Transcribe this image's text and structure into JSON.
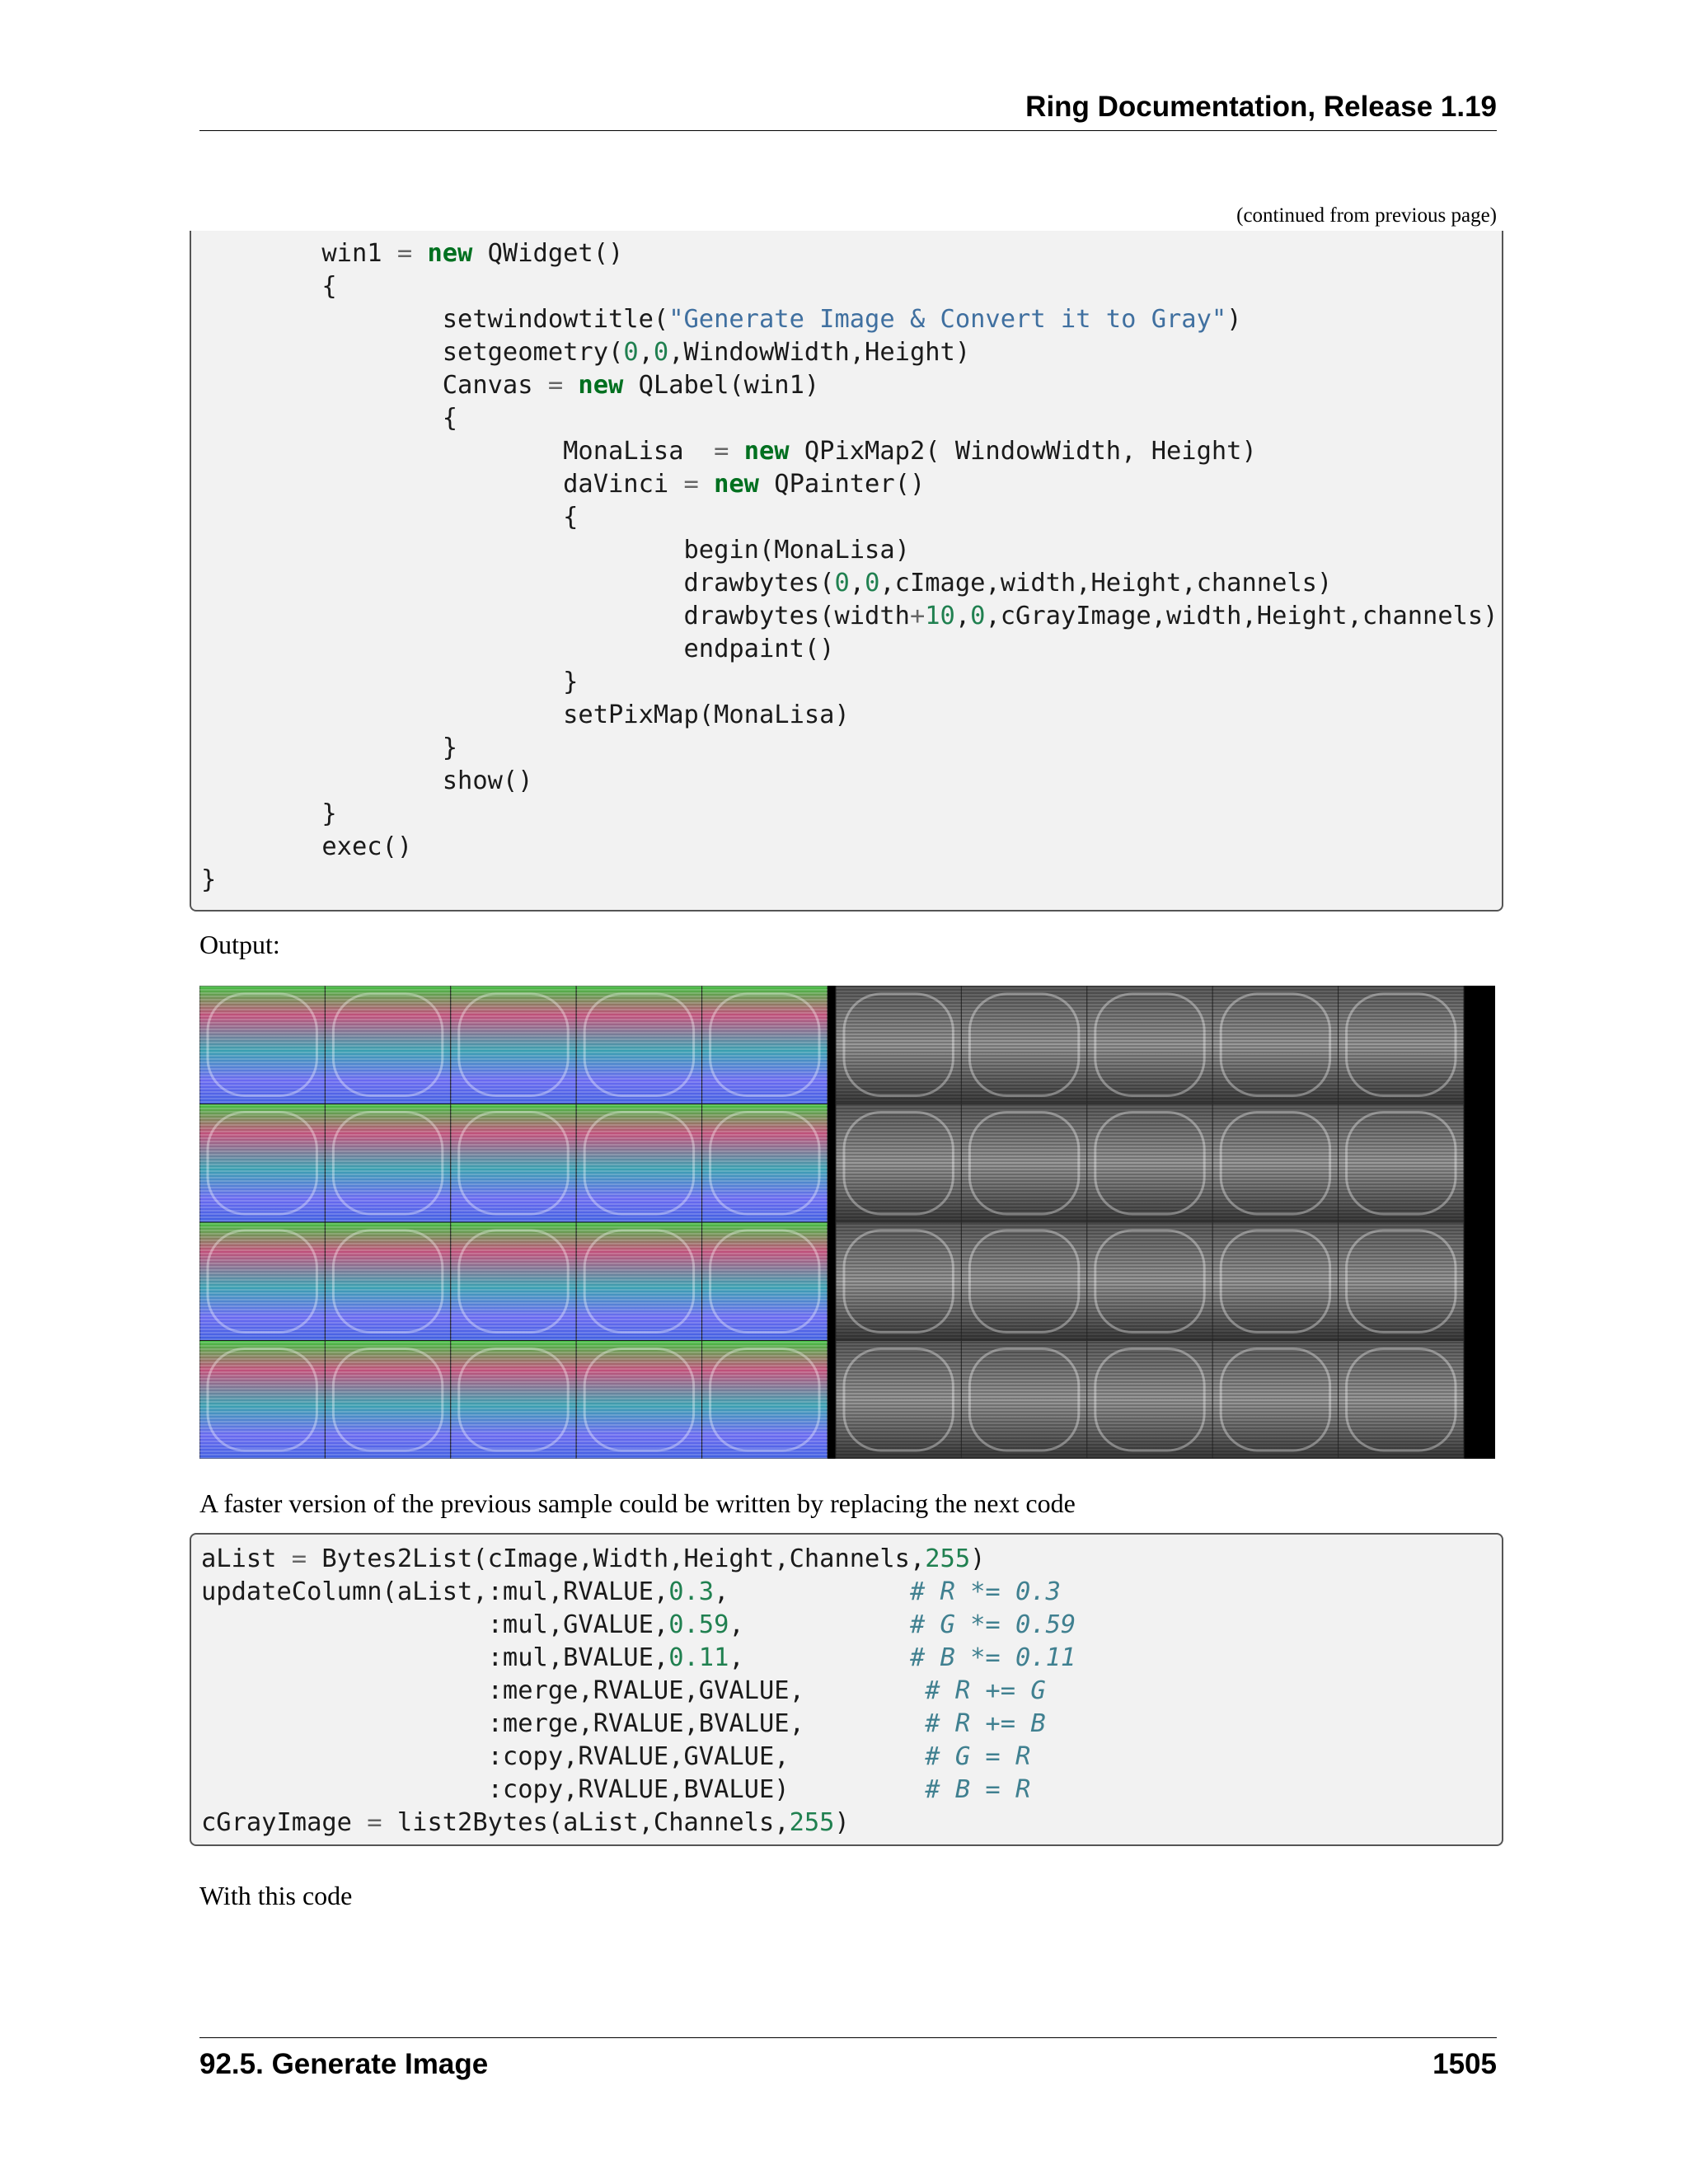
{
  "header": {
    "title": "Ring Documentation, Release 1.19"
  },
  "continued_note": "(continued from previous page)",
  "code_block_1": {
    "lines": [
      [
        {
          "t": "        win1 "
        },
        {
          "t": "=",
          "c": "op"
        },
        {
          "t": " "
        },
        {
          "t": "new",
          "c": "kw"
        },
        {
          "t": " QWidget()"
        }
      ],
      [
        {
          "t": "        {"
        }
      ],
      [
        {
          "t": "                setwindowtitle("
        },
        {
          "t": "\"Generate Image & Convert it to Gray\"",
          "c": "str"
        },
        {
          "t": ")"
        }
      ],
      [
        {
          "t": "                setgeometry("
        },
        {
          "t": "0",
          "c": "num"
        },
        {
          "t": ","
        },
        {
          "t": "0",
          "c": "num"
        },
        {
          "t": ",WindowWidth,Height)"
        }
      ],
      [
        {
          "t": "                Canvas "
        },
        {
          "t": "=",
          "c": "op"
        },
        {
          "t": " "
        },
        {
          "t": "new",
          "c": "kw"
        },
        {
          "t": " QLabel(win1)"
        }
      ],
      [
        {
          "t": "                {"
        }
      ],
      [
        {
          "t": "                        MonaLisa  "
        },
        {
          "t": "=",
          "c": "op"
        },
        {
          "t": " "
        },
        {
          "t": "new",
          "c": "kw"
        },
        {
          "t": " QPixMap2( WindowWidth, Height)"
        }
      ],
      [
        {
          "t": "                        daVinci "
        },
        {
          "t": "=",
          "c": "op"
        },
        {
          "t": " "
        },
        {
          "t": "new",
          "c": "kw"
        },
        {
          "t": " QPainter()"
        }
      ],
      [
        {
          "t": "                        {"
        }
      ],
      [
        {
          "t": "                                begin(MonaLisa)"
        }
      ],
      [
        {
          "t": "                                drawbytes("
        },
        {
          "t": "0",
          "c": "num"
        },
        {
          "t": ","
        },
        {
          "t": "0",
          "c": "num"
        },
        {
          "t": ",cImage,width,Height,channels)"
        }
      ],
      [
        {
          "t": "                                drawbytes(width"
        },
        {
          "t": "+",
          "c": "op"
        },
        {
          "t": "10",
          "c": "num"
        },
        {
          "t": ","
        },
        {
          "t": "0",
          "c": "num"
        },
        {
          "t": ",cGrayImage,width,Height,channels)"
        }
      ],
      [
        {
          "t": "                                endpaint()"
        }
      ],
      [
        {
          "t": "                        }"
        }
      ],
      [
        {
          "t": "                        setPixMap(MonaLisa)"
        }
      ],
      [
        {
          "t": "                }"
        }
      ],
      [
        {
          "t": "                show()"
        }
      ],
      [
        {
          "t": "        }"
        }
      ],
      [
        {
          "t": "        exec()"
        }
      ],
      [
        {
          "t": "}"
        }
      ]
    ]
  },
  "output_label": "Output:",
  "output_image": {
    "left_panel_colors": [
      "#2a1a8c",
      "#34c24a",
      "#d84a8a",
      "#5a7cf0",
      "#1f9f3f"
    ],
    "right_panel_colors": [
      "#202020",
      "#8a8a8a",
      "#c8c8c8"
    ]
  },
  "paragraph_faster": "A faster version of the previous sample could be written by replacing the next code",
  "code_block_2": {
    "lines": [
      [
        {
          "t": "aList "
        },
        {
          "t": "=",
          "c": "op"
        },
        {
          "t": " Bytes2List(cImage,Width,Height,Channels,"
        },
        {
          "t": "255",
          "c": "num"
        },
        {
          "t": ")"
        }
      ],
      [
        {
          "t": "updateColumn(aList,:mul,RVALUE,"
        },
        {
          "t": "0.3",
          "c": "num"
        },
        {
          "t": ",            "
        },
        {
          "t": "# R *= 0.3",
          "c": "cmt"
        }
      ],
      [
        {
          "t": "                   :mul,GVALUE,"
        },
        {
          "t": "0.59",
          "c": "num"
        },
        {
          "t": ",           "
        },
        {
          "t": "# G *= 0.59",
          "c": "cmt"
        }
      ],
      [
        {
          "t": "                   :mul,BVALUE,"
        },
        {
          "t": "0.11",
          "c": "num"
        },
        {
          "t": ",           "
        },
        {
          "t": "# B *= 0.11",
          "c": "cmt"
        }
      ],
      [
        {
          "t": "                   :merge,RVALUE,GVALUE,        "
        },
        {
          "t": "# R += G",
          "c": "cmt"
        }
      ],
      [
        {
          "t": "                   :merge,RVALUE,BVALUE,        "
        },
        {
          "t": "# R += B",
          "c": "cmt"
        }
      ],
      [
        {
          "t": "                   :copy,RVALUE,GVALUE,         "
        },
        {
          "t": "# G = R",
          "c": "cmt"
        }
      ],
      [
        {
          "t": "                   :copy,RVALUE,BVALUE)         "
        },
        {
          "t": "# B = R",
          "c": "cmt"
        }
      ],
      [
        {
          "t": "cGrayImage "
        },
        {
          "t": "=",
          "c": "op"
        },
        {
          "t": " list2Bytes(aList,Channels,"
        },
        {
          "t": "255",
          "c": "num"
        },
        {
          "t": ")"
        }
      ]
    ]
  },
  "paragraph_with": "With this code",
  "footer": {
    "section": "92.5.  Generate Image",
    "page": "1505"
  }
}
